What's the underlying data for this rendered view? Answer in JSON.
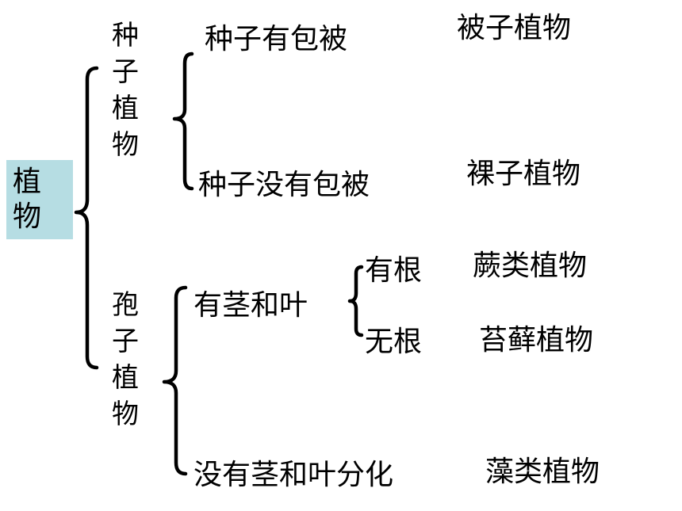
{
  "root": "植物",
  "seed_plants": {
    "label": "种子植物",
    "covered": {
      "label": "种子有包被",
      "result": "被子植物"
    },
    "naked": {
      "label": "种子没有包被",
      "result": "裸子植物"
    }
  },
  "spore_plants": {
    "label": "孢子植物",
    "stem_leaf": {
      "label": "有茎和叶",
      "with_root": {
        "label": "有根",
        "result": "蕨类植物"
      },
      "no_root": {
        "label": "无根",
        "result": "苔藓植物"
      }
    },
    "no_stem_leaf": {
      "label": "没有茎和叶分化",
      "result": "藻类植物"
    }
  }
}
